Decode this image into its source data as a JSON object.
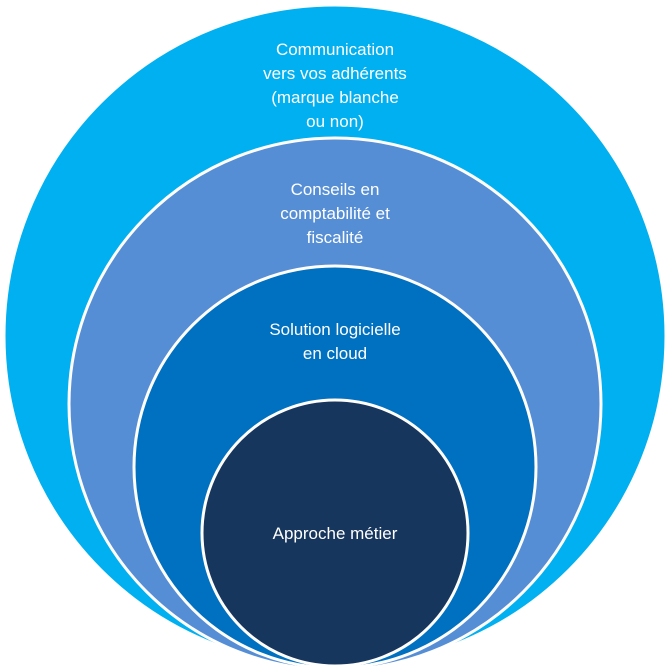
{
  "diagram": {
    "rings": [
      {
        "id": "outer",
        "label": "Communication\nvers vos adhérents\n(marque blanche\nou non)",
        "color": "#00b0f0"
      },
      {
        "id": "second",
        "label": "Conseils en\ncomptabilité et\nfiscalité",
        "color": "#558ed5"
      },
      {
        "id": "third",
        "label": "Solution logicielle\nen cloud",
        "color": "#0070c0"
      },
      {
        "id": "core",
        "label": "Approche métier",
        "color": "#17365d"
      }
    ],
    "border_color": "#ffffff"
  }
}
